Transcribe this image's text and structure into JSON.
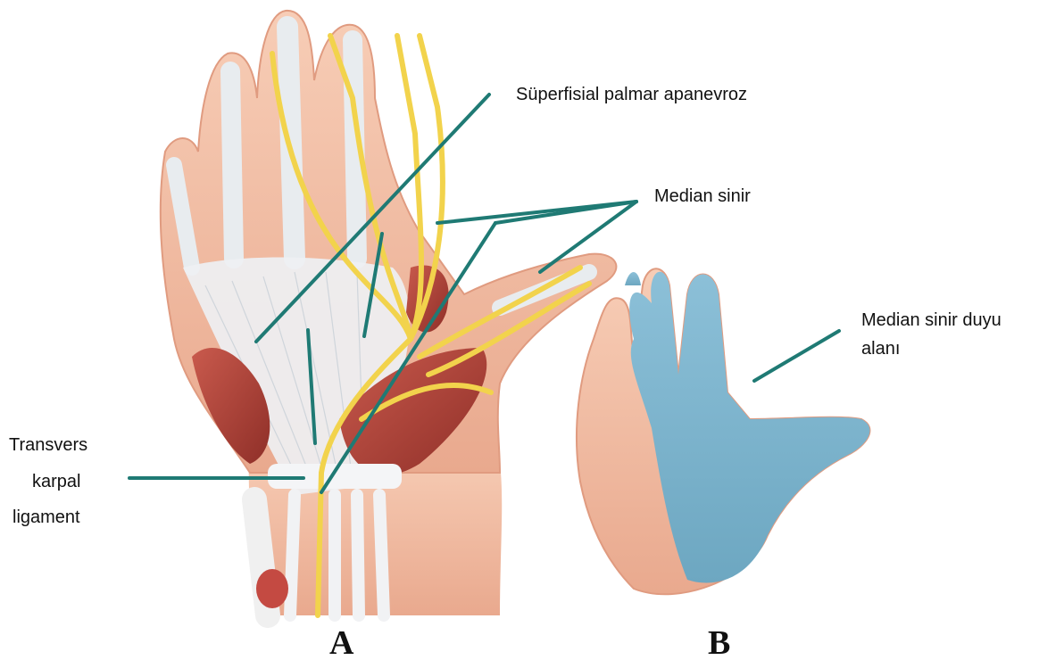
{
  "labels": {
    "superficial_aponeurosis": "Süperfisial  palmar apanevroz",
    "median_nerve": "Median sinir",
    "median_sensory_line1": "Median sinir duyu",
    "median_sensory_line2": "alanı",
    "transverse_line1": "Transvers",
    "transverse_line2": "karpal",
    "transverse_line3": "ligament"
  },
  "panels": {
    "left": "A",
    "right": "B"
  },
  "colors": {
    "leader_line": "#1f7a74",
    "median_area": "#7eb3cc",
    "nerve": "#f2d34c",
    "muscle": "#b8473d",
    "skin": "#f3c2a8"
  }
}
